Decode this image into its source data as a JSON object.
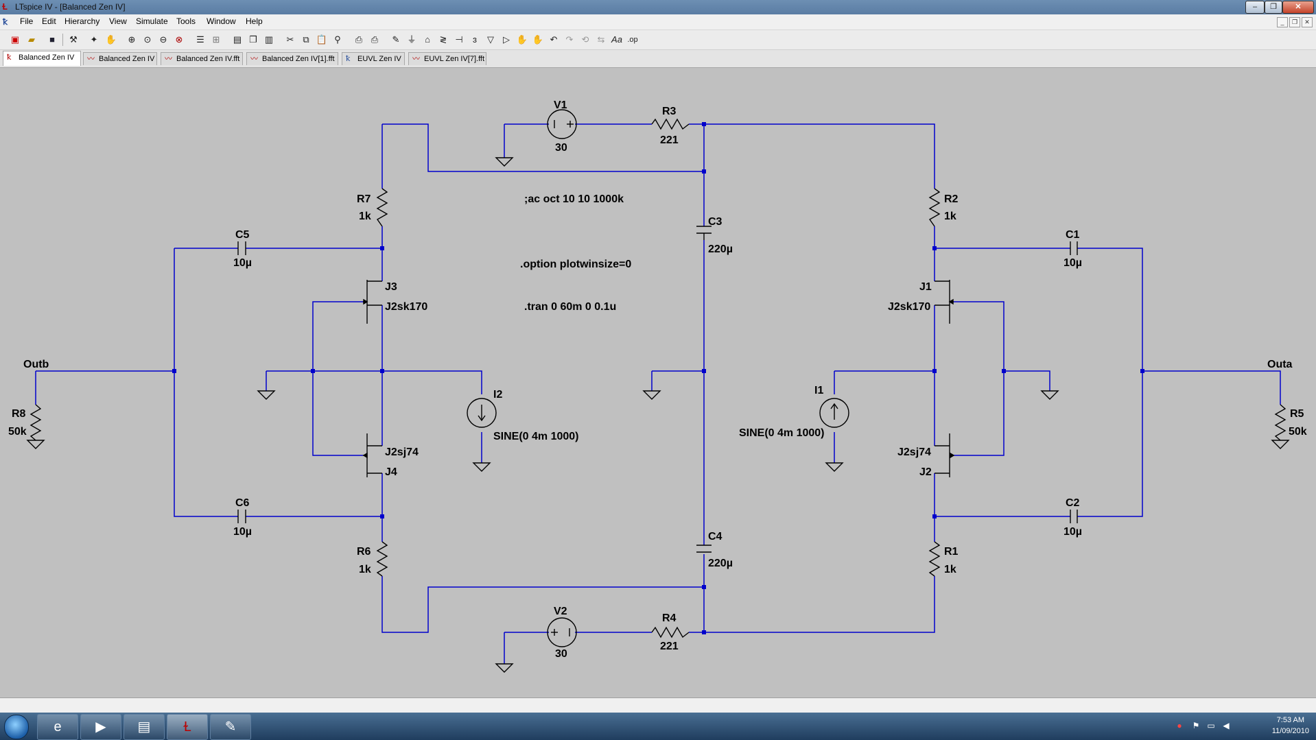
{
  "window": {
    "title": "LTspice IV - [Balanced Zen IV]",
    "buttons": {
      "minimize": "–",
      "maximize": "❐",
      "close": "✕"
    }
  },
  "menu": [
    "File",
    "Edit",
    "Hierarchy",
    "View",
    "Simulate",
    "Tools",
    "Window",
    "Help"
  ],
  "mdi_buttons": {
    "minimize": "_",
    "restore": "❐",
    "close": "✕"
  },
  "tabs": [
    {
      "label": "Balanced Zen IV",
      "icon": "schematic-icon",
      "active": true
    },
    {
      "label": "Balanced Zen IV",
      "icon": "waveform-icon",
      "active": false
    },
    {
      "label": "Balanced Zen IV.fft",
      "icon": "waveform-icon",
      "active": false
    },
    {
      "label": "Balanced Zen IV[1].fft",
      "icon": "waveform-icon",
      "active": false
    },
    {
      "label": "EUVL Zen IV",
      "icon": "schematic-icon",
      "active": false
    },
    {
      "label": "EUVL Zen IV[7].fft",
      "icon": "waveform-icon",
      "active": false
    }
  ],
  "schematic": {
    "directives": {
      "ac": ";ac oct 10 10 1000k",
      "option": ".option plotwinsize=0",
      "tran": ".tran 0 60m 0 0.1u"
    },
    "components": {
      "V1": {
        "name": "V1",
        "value": "30"
      },
      "V2": {
        "name": "V2",
        "value": "30"
      },
      "R1": {
        "name": "R1",
        "value": "1k"
      },
      "R2": {
        "name": "R2",
        "value": "1k"
      },
      "R3": {
        "name": "R3",
        "value": "221"
      },
      "R4": {
        "name": "R4",
        "value": "221"
      },
      "R5": {
        "name": "R5",
        "value": "50k"
      },
      "R6": {
        "name": "R6",
        "value": "1k"
      },
      "R7": {
        "name": "R7",
        "value": "1k"
      },
      "R8": {
        "name": "R8",
        "value": "50k"
      },
      "C1": {
        "name": "C1",
        "value": "10µ"
      },
      "C2": {
        "name": "C2",
        "value": "10µ"
      },
      "C3": {
        "name": "C3",
        "value": "220µ"
      },
      "C4": {
        "name": "C4",
        "value": "220µ"
      },
      "C5": {
        "name": "C5",
        "value": "10µ"
      },
      "C6": {
        "name": "C6",
        "value": "10µ"
      },
      "J1": {
        "name": "J1",
        "value": "J2sk170"
      },
      "J2": {
        "name": "J2",
        "value": "J2sj74"
      },
      "J3": {
        "name": "J3",
        "value": "J2sk170"
      },
      "J4": {
        "name": "J4",
        "value": "J2sj74"
      },
      "I1": {
        "name": "I1",
        "value": "SINE(0 4m 1000)"
      },
      "I2": {
        "name": "I2",
        "value": "SINE(0 4m 1000)"
      }
    },
    "net_labels": {
      "outa": "Outa",
      "outb": "Outb"
    },
    "wire_color": "#0000cc",
    "node_color": "#0000cc"
  },
  "taskbar": {
    "apps": [
      "internet-explorer-icon",
      "media-player-icon",
      "explorer-icon",
      "ltspice-icon",
      "paint-icon"
    ],
    "clock_time": "7:53 AM",
    "clock_date": "11/09/2010"
  }
}
